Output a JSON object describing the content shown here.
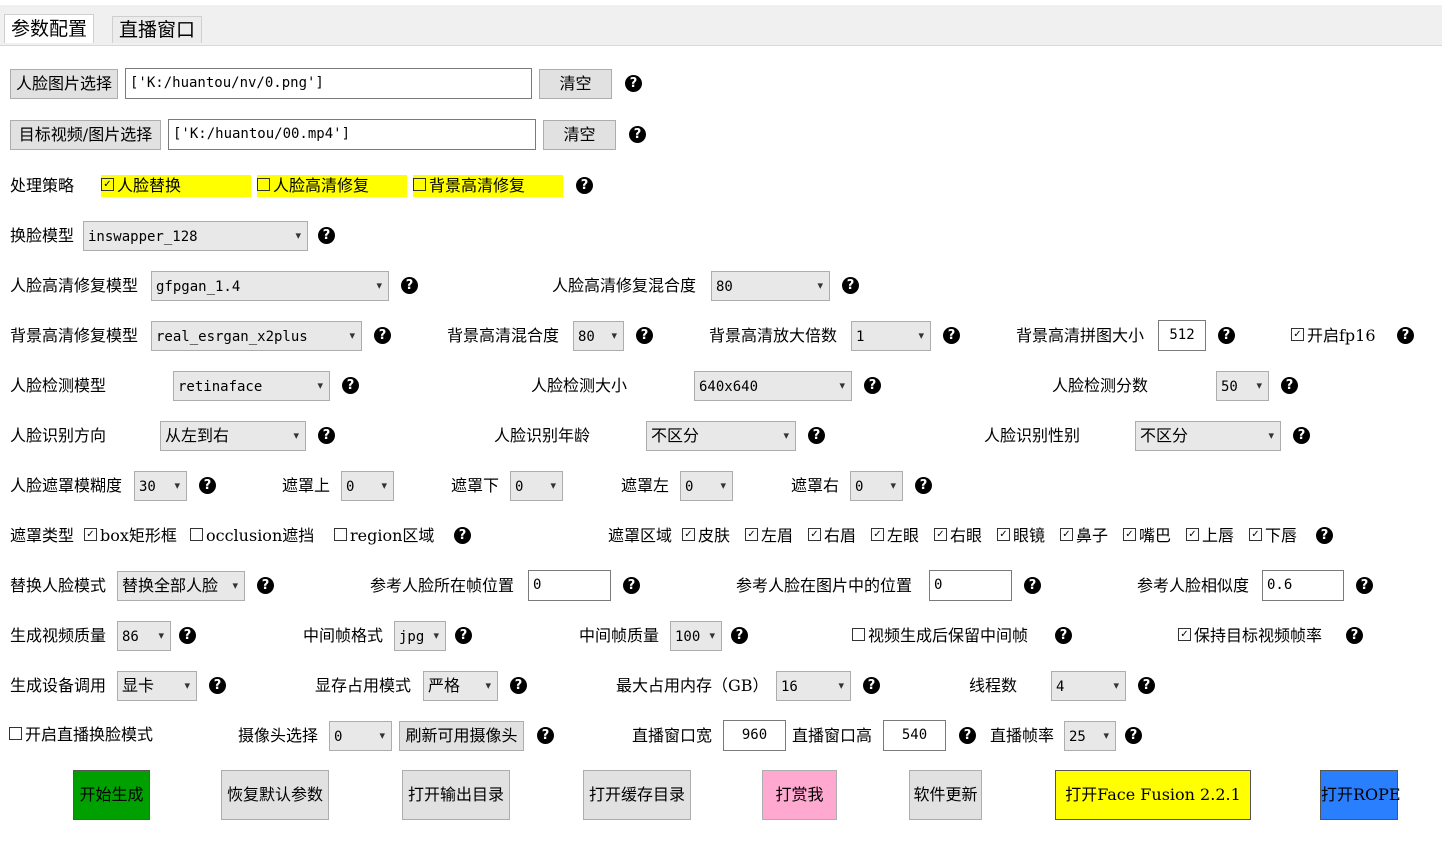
{
  "tabs": [
    "参数配置",
    "直播窗口"
  ],
  "face_image": {
    "button": "人脸图片选择",
    "value": "['K:/huantou/nv/0.png']",
    "clear": "清空"
  },
  "target": {
    "button": "目标视频/图片选择",
    "value": "['K:/huantou/00.mp4']",
    "clear": "清空"
  },
  "strategy": {
    "label": "处理策略",
    "options": [
      {
        "label": "人脸替换",
        "checked": true
      },
      {
        "label": "人脸高清修复",
        "checked": false
      },
      {
        "label": "背景高清修复",
        "checked": false
      }
    ]
  },
  "swap_model": {
    "label": "换脸模型",
    "value": "inswapper_128"
  },
  "face_enhance": {
    "label": "人脸高清修复模型",
    "value": "gfpgan_1.4",
    "blend_label": "人脸高清修复混合度",
    "blend_value": "80"
  },
  "bg_enhance": {
    "label": "背景高清修复模型",
    "value": "real_esrgan_x2plus",
    "blend_label": "背景高清混合度",
    "blend_value": "80",
    "scale_label": "背景高清放大倍数",
    "scale_value": "1",
    "tile_label": "背景高清拼图大小",
    "tile_value": "512",
    "fp16_label": "开启fp16",
    "fp16_checked": true
  },
  "detect": {
    "model_label": "人脸检测模型",
    "model_value": "retinaface",
    "size_label": "人脸检测大小",
    "size_value": "640x640",
    "score_label": "人脸检测分数",
    "score_value": "50"
  },
  "recognize": {
    "dir_label": "人脸识别方向",
    "dir_value": "从左到右",
    "age_label": "人脸识别年龄",
    "age_value": "不区分",
    "gender_label": "人脸识别性别",
    "gender_value": "不区分"
  },
  "mask": {
    "blur_label": "人脸遮罩模糊度",
    "blur_value": "30",
    "top_label": "遮罩上",
    "top_value": "0",
    "bottom_label": "遮罩下",
    "bottom_value": "0",
    "left_label": "遮罩左",
    "left_value": "0",
    "right_label": "遮罩右",
    "right_value": "0"
  },
  "mask_type": {
    "label": "遮罩类型",
    "options": [
      {
        "label": "box矩形框",
        "checked": true
      },
      {
        "label": "occlusion遮挡",
        "checked": false
      },
      {
        "label": "region区域",
        "checked": false
      }
    ]
  },
  "mask_region": {
    "label": "遮罩区域",
    "options": [
      {
        "label": "皮肤",
        "checked": true
      },
      {
        "label": "左眉",
        "checked": true
      },
      {
        "label": "右眉",
        "checked": true
      },
      {
        "label": "左眼",
        "checked": true
      },
      {
        "label": "右眼",
        "checked": true
      },
      {
        "label": "眼镜",
        "checked": true
      },
      {
        "label": "鼻子",
        "checked": true
      },
      {
        "label": "嘴巴",
        "checked": true
      },
      {
        "label": "上唇",
        "checked": true
      },
      {
        "label": "下唇",
        "checked": true
      }
    ]
  },
  "replace": {
    "mode_label": "替换人脸模式",
    "mode_value": "替换全部人脸",
    "frame_pos_label": "参考人脸所在帧位置",
    "frame_pos_value": "0",
    "img_pos_label": "参考人脸在图片中的位置",
    "img_pos_value": "0",
    "sim_label": "参考人脸相似度",
    "sim_value": "0.6"
  },
  "output": {
    "quality_label": "生成视频质量",
    "quality_value": "86",
    "fmt_label": "中间帧格式",
    "fmt_value": "jpg",
    "fq_label": "中间帧质量",
    "fq_value": "100",
    "keep_label": "视频生成后保留中间帧",
    "keep_checked": false,
    "fps_label": "保持目标视频帧率",
    "fps_checked": true
  },
  "device": {
    "label": "生成设备调用",
    "value": "显卡",
    "mem_mode_label": "显存占用模式",
    "mem_mode_value": "严格",
    "max_mem_label": "最大占用内存（GB）",
    "max_mem_value": "16",
    "threads_label": "线程数",
    "threads_value": "4"
  },
  "live": {
    "mode_label": "开启直播换脸模式",
    "mode_checked": false,
    "cam_label": "摄像头选择",
    "cam_value": "0",
    "refresh": "刷新可用摄像头",
    "w_label": "直播窗口宽",
    "w_value": "960",
    "h_label": "直播窗口高",
    "h_value": "540",
    "fps_label": "直播帧率",
    "fps_value": "25"
  },
  "actions": {
    "start": "开始生成",
    "reset": "恢复默认参数",
    "open_out": "打开输出目录",
    "open_cache": "打开缓存目录",
    "donate": "打赏我",
    "update": "软件更新",
    "facefusion": "打开Face Fusion 2.2.1",
    "rope": "打开ROPE"
  },
  "colors": {
    "start": "#00a000",
    "donate": "#ffa8d0",
    "facefusion": "#ffff00",
    "rope": "#2a7fff",
    "highlight": "#ffff00"
  },
  "icons": {
    "help": "?",
    "dropdown": "▾",
    "check": "✓"
  }
}
